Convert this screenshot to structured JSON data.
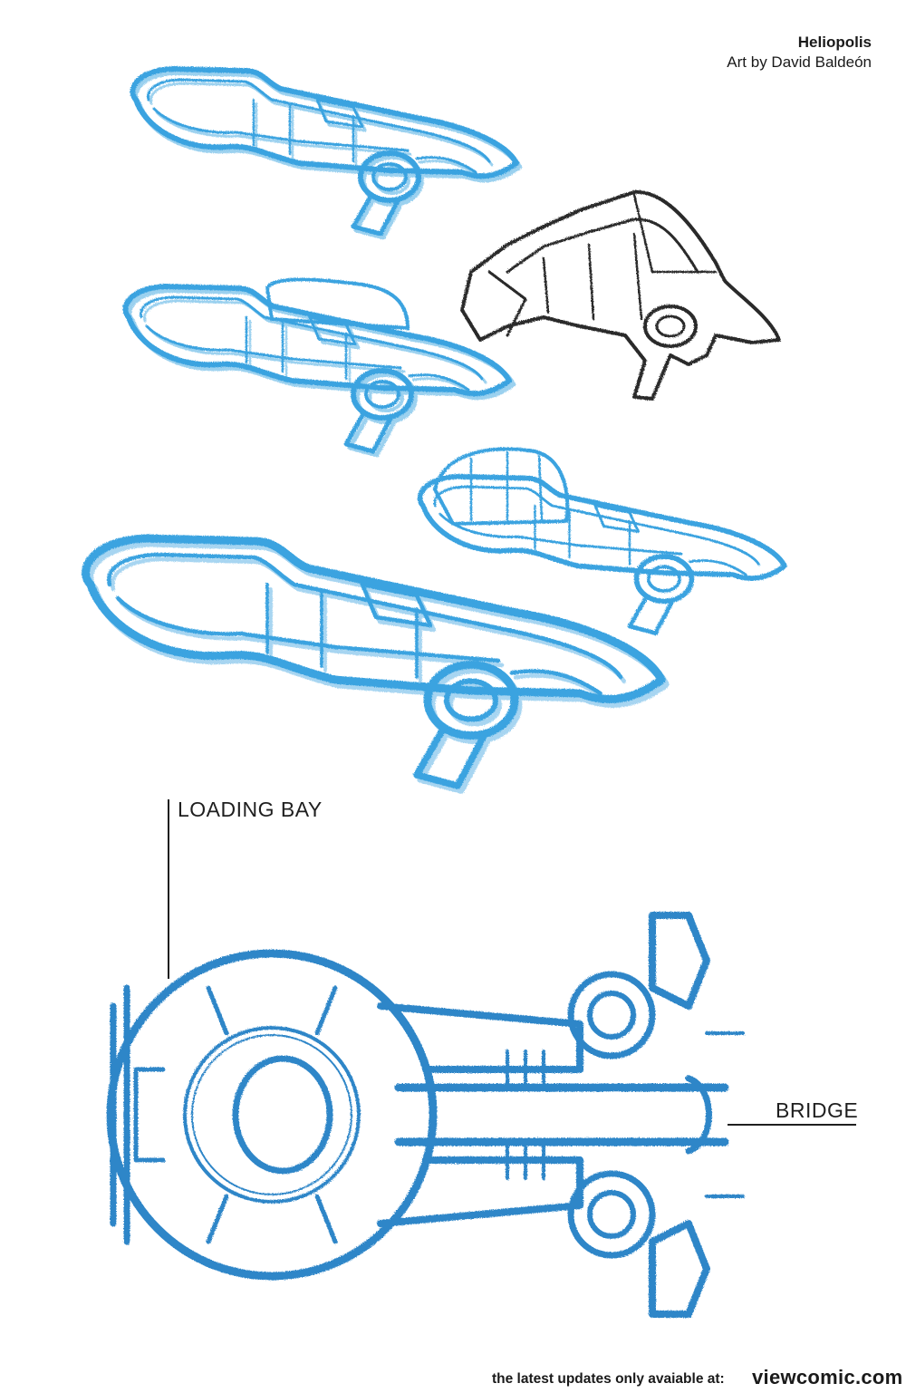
{
  "credit": {
    "title": "Heliopolis",
    "artist": "Art by David Baldeón"
  },
  "labels": {
    "loading_bay": "LOADING BAY",
    "bridge": "BRIDGE"
  },
  "footer": {
    "prefix": "the latest updates only avaiable at:",
    "site": "viewcomic.com"
  },
  "colors": {
    "sketch_blue": "#3aa3e0",
    "blueprint_blue": "#2f86c8",
    "pencil_black": "#2a2a2a"
  }
}
